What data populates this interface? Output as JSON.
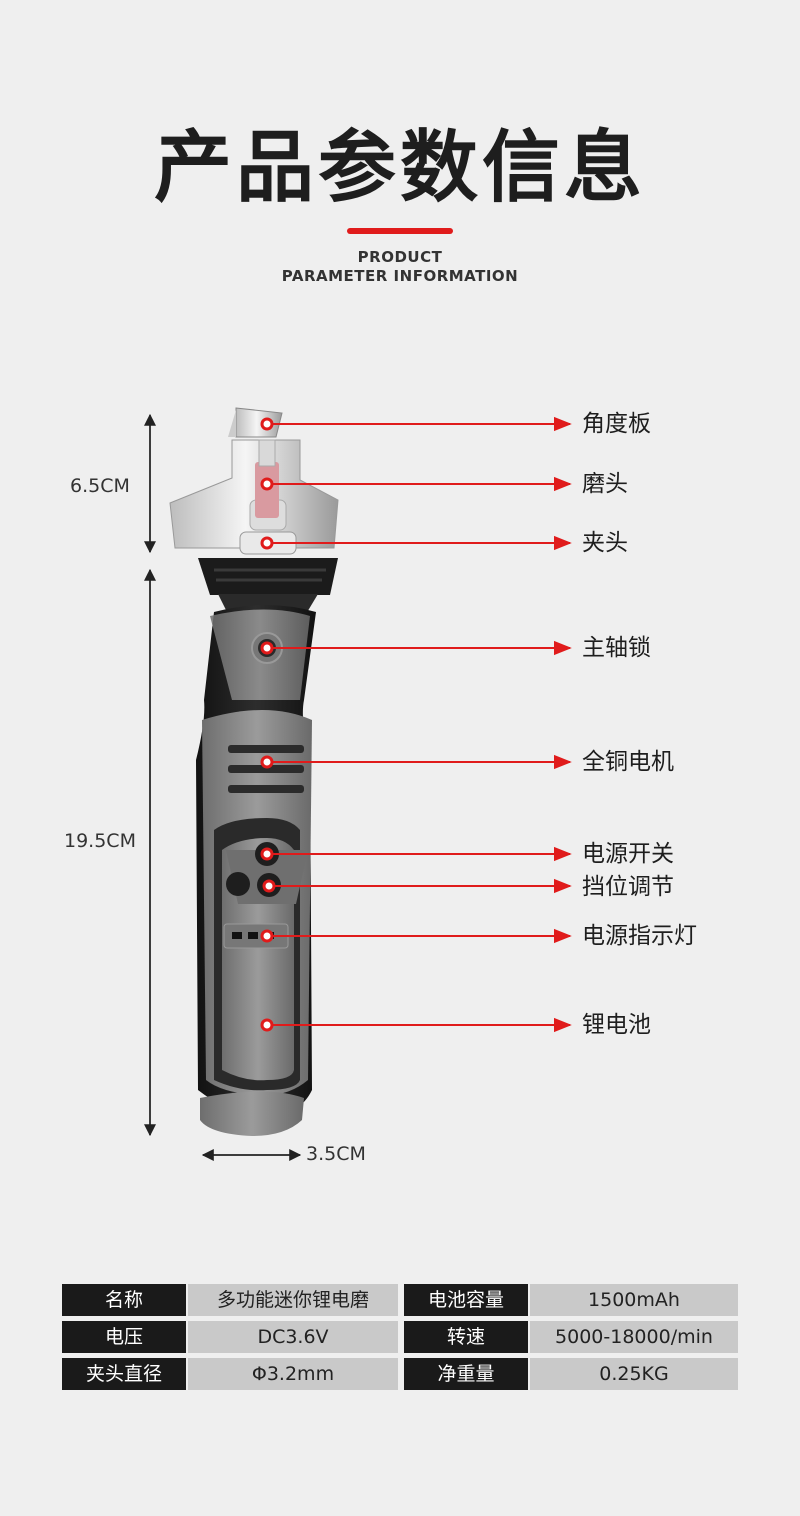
{
  "header": {
    "title": "产品参数信息",
    "subtitle_line1": "PRODUCT",
    "subtitle_line2": "PARAMETER INFORMATION",
    "accent_color": "#e01b1b"
  },
  "callouts": {
    "angle_plate": "角度板",
    "grinding_head": "磨头",
    "chuck": "夹头",
    "spindle_lock": "主轴锁",
    "copper_motor": "全铜电机",
    "power_switch": "电源开关",
    "speed_adjust": "挡位调节",
    "power_indicator": "电源指示灯",
    "lithium_battery": "锂电池"
  },
  "dimensions": {
    "head_height": "6.5CM",
    "body_height": "19.5CM",
    "width": "3.5CM"
  },
  "specs": {
    "rows": [
      {
        "k1": "名称",
        "v1": "多功能迷你锂电磨",
        "k2": "电池容量",
        "v2": "1500mAh"
      },
      {
        "k1": "电压",
        "v1": "DC3.6V",
        "k2": "转速",
        "v2": "5000-18000/min"
      },
      {
        "k1": "夹头直径",
        "v1": "Φ3.2mm",
        "k2": "净重量",
        "v2": "0.25KG"
      }
    ]
  }
}
